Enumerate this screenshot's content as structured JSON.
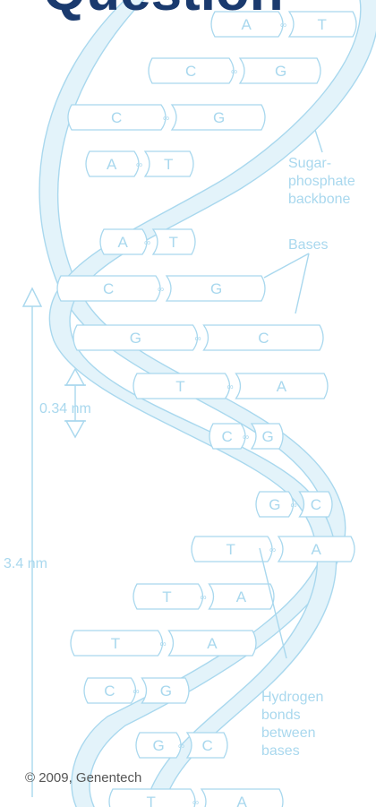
{
  "slide": {
    "title": "Question",
    "footer": "© 2009, Genentech"
  },
  "labels": {
    "sugar_phosphate_backbone": [
      "Sugar-",
      "phosphate",
      "backbone"
    ],
    "bases": "Bases",
    "rise_per_base": "0.34 nm",
    "helix_turn": "3.4 nm",
    "hydrogen_bonds": [
      "Hydrogen",
      "bonds",
      "between",
      "bases"
    ]
  },
  "base_pairs": [
    {
      "left": "A",
      "right": "T"
    },
    {
      "left": "C",
      "right": "G"
    },
    {
      "left": "C",
      "right": "G"
    },
    {
      "left": "A",
      "right": "T"
    },
    {
      "left": "A",
      "right": "T"
    },
    {
      "left": "C",
      "right": "G"
    },
    {
      "left": "G",
      "right": "C"
    },
    {
      "left": "T",
      "right": "A"
    },
    {
      "left": "C",
      "right": "G"
    },
    {
      "left": "G",
      "right": "C"
    },
    {
      "left": "T",
      "right": "A"
    },
    {
      "left": "T",
      "right": "A"
    },
    {
      "left": "T",
      "right": "A"
    },
    {
      "left": "C",
      "right": "G"
    },
    {
      "left": "G",
      "right": "C"
    },
    {
      "left": "T",
      "right": "A"
    }
  ],
  "colors": {
    "line": "#a9d8ee",
    "fill": "#e3f3fa",
    "title": "#1a3a6e",
    "footer": "#555555"
  }
}
